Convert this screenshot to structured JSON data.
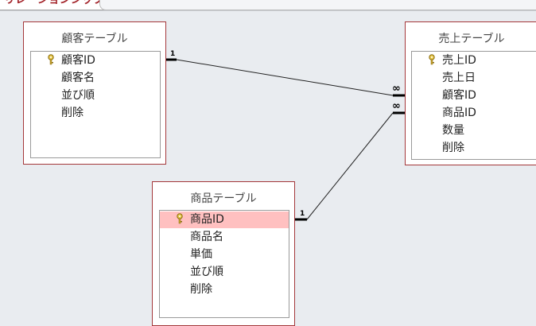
{
  "tab": {
    "label": "リレーションシップ"
  },
  "tables": [
    {
      "title": "顧客テーブル",
      "fields": [
        "顧客ID",
        "顧客名",
        "並び順",
        "削除"
      ],
      "key": 0,
      "selected": -1
    },
    {
      "title": "売上テーブル",
      "fields": [
        "売上ID",
        "売上日",
        "顧客ID",
        "商品ID",
        "数量",
        "削除"
      ],
      "key": 0,
      "selected": -1
    },
    {
      "title": "商品テーブル",
      "fields": [
        "商品ID",
        "商品名",
        "単価",
        "並び順",
        "削除"
      ],
      "key": 0,
      "selected": 0
    }
  ],
  "relationships": [
    {
      "from": "顧客テーブル.顧客ID",
      "to": "売上テーブル.顧客ID",
      "one_label": "1",
      "many_label": "∞"
    },
    {
      "from": "商品テーブル.商品ID",
      "to": "売上テーブル.商品ID",
      "one_label": "1",
      "many_label": "∞"
    }
  ]
}
